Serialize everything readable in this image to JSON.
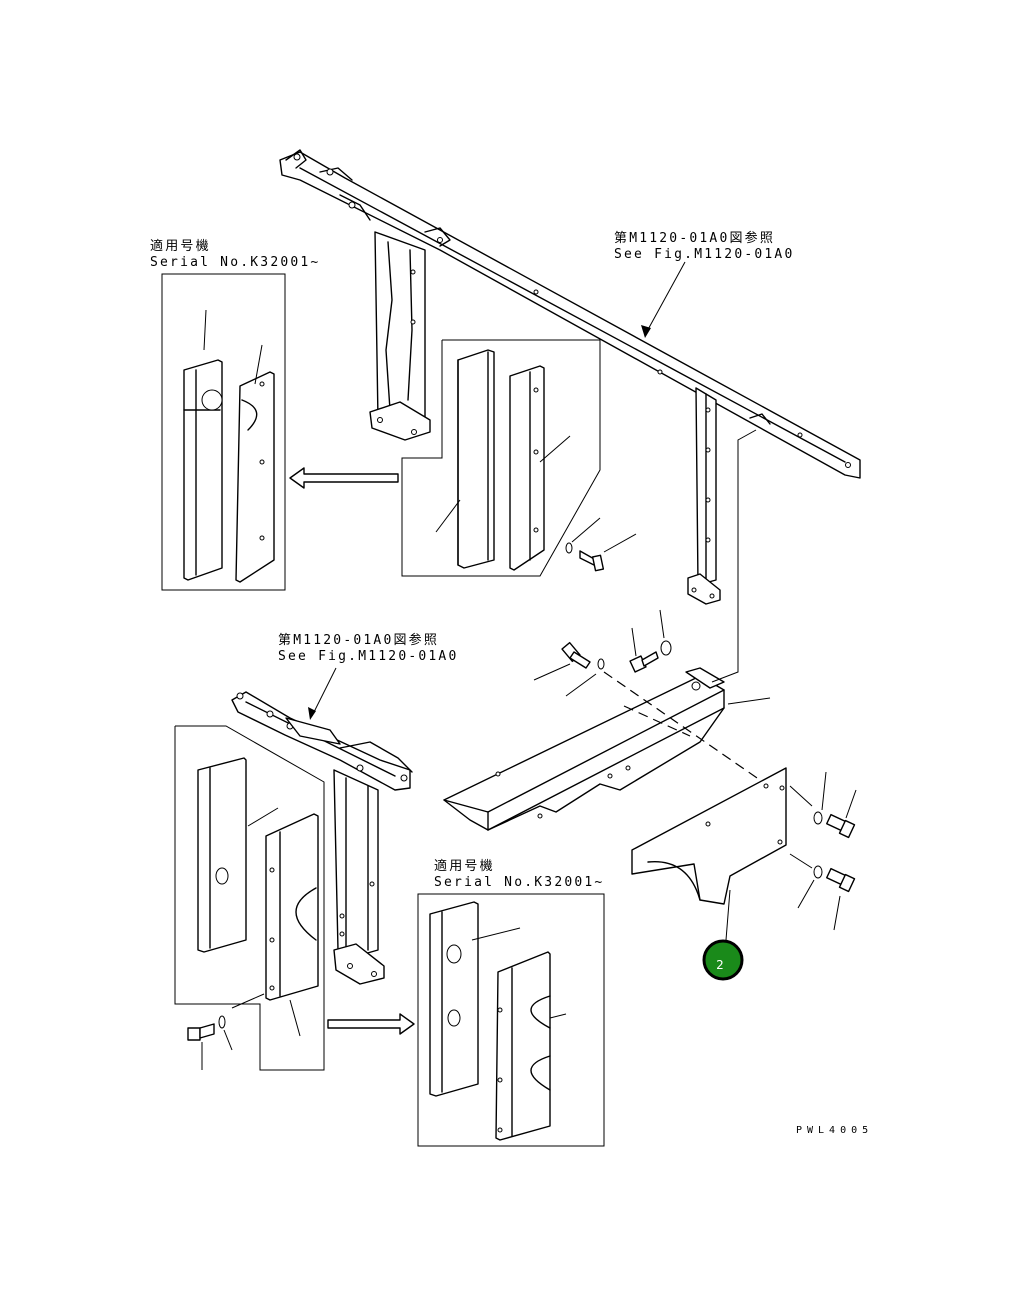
{
  "labels": {
    "upper_serial_jp": "適用号機",
    "upper_serial_en": "Serial No.K32001~",
    "upper_ref_jp": "第M1120-01A0図参照",
    "upper_ref_en": "See Fig.M1120-01A0",
    "lower_ref_jp": "第M1120-01A0図参照",
    "lower_ref_en": "See Fig.M1120-01A0",
    "lower_serial_jp": "適用号機",
    "lower_serial_en": "Serial No.K32001~",
    "drawing_code": "PWL4005"
  },
  "callouts": [
    {
      "number": "2",
      "color": "#1a8a1a"
    }
  ]
}
